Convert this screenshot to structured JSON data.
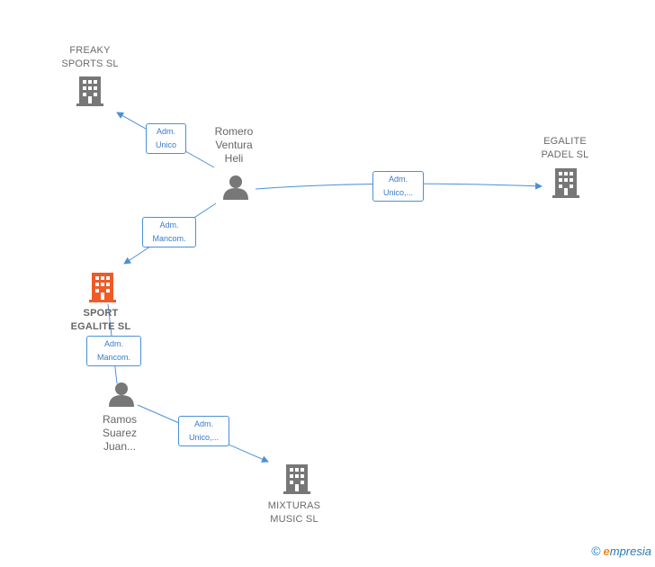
{
  "nodes": {
    "freaky": {
      "name": "FREAKY SPORTS SL",
      "lines": [
        "FREAKY",
        "SPORTS  SL"
      ]
    },
    "egalite_padel": {
      "name": "EGALITE PADEL SL",
      "lines": [
        "EGALITE",
        "PADEL SL"
      ]
    },
    "sport_egalite": {
      "name": "SPORT EGALITE SL",
      "lines": [
        "SPORT",
        "EGALITE  SL"
      ]
    },
    "mixturas": {
      "name": "MIXTURAS MUSIC SL",
      "lines": [
        "MIXTURAS",
        "MUSIC SL"
      ]
    },
    "romero": {
      "name": "Romero Ventura Heli",
      "lines": [
        "Romero",
        "Ventura",
        "Heli"
      ]
    },
    "ramos": {
      "name": "Ramos Suarez Juan...",
      "lines": [
        "Ramos",
        "Suarez",
        "Juan..."
      ]
    }
  },
  "edges": {
    "romero_freaky": {
      "lines": [
        "Adm.",
        "Unico"
      ]
    },
    "romero_padel": {
      "lines": [
        "Adm.",
        "Unico,..."
      ]
    },
    "romero_sport": {
      "lines": [
        "Adm.",
        "Mancom."
      ]
    },
    "ramos_sport": {
      "lines": [
        "Adm.",
        "Mancom."
      ]
    },
    "ramos_mixturas": {
      "lines": [
        "Adm.",
        "Unico,..."
      ]
    }
  },
  "colors": {
    "edge": "#4a90d9",
    "company_icon": "#777777",
    "highlight_icon": "#f05a28",
    "person_icon": "#777777"
  },
  "icons": {
    "company": "building-icon",
    "person": "person-icon"
  },
  "brand": {
    "copyright": "©",
    "initial": "e",
    "rest": "mpresia"
  }
}
